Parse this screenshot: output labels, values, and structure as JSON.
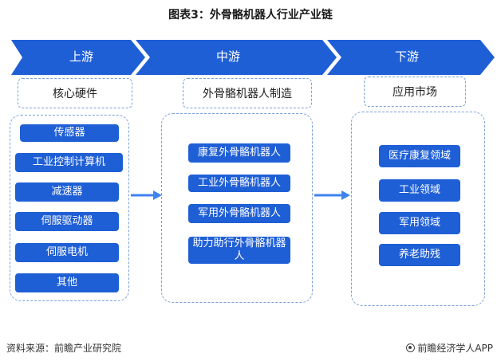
{
  "title": "图表3：外骨骼机器人行业产业链",
  "stages": [
    {
      "label": "上游",
      "header": "核心硬件",
      "items": [
        "传感器",
        "工业控制计算机",
        "减速器",
        "伺服驱动器",
        "伺服电机",
        "其他"
      ]
    },
    {
      "label": "中游",
      "header": "外骨骼机器人制造",
      "items": [
        "康复外骨骼机器人",
        "工业外骨骼机器人",
        "军用外骨骼机器人",
        "助力助行外骨骼机器人"
      ]
    },
    {
      "label": "下游",
      "header": "应用市场",
      "items": [
        "医疗康复领域",
        "工业领域",
        "军用领域",
        "养老助残"
      ]
    }
  ],
  "footer": {
    "source": "资料来源：前瞻产业研究院",
    "brand": "前瞻经济学人APP"
  },
  "colors": {
    "banner": "#1f5fd6",
    "item": "#1f5fd6",
    "dash": "#7aa0d8",
    "arrow": "#3f83f0"
  }
}
